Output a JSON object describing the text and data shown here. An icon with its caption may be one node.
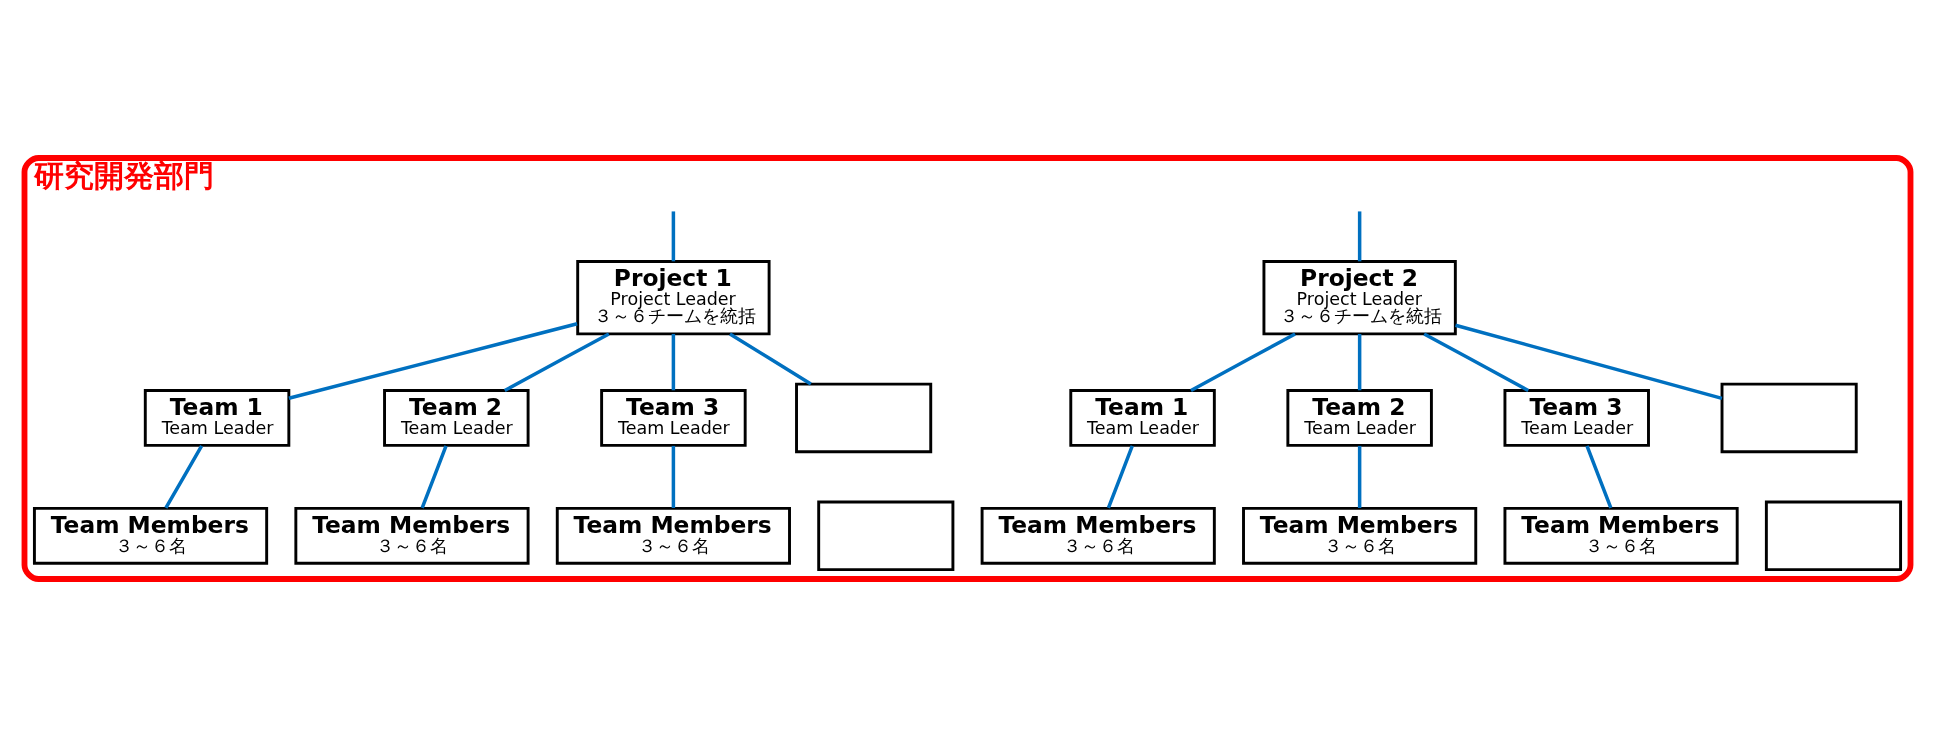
{
  "diagram": {
    "nodes": [
      {
        "text": [
          "研究開発部門"
        ]
      },
      {
        "text": [
          "Project 1",
          "Project Leader",
          "３～６チームを統括"
        ],
        "in": 0
      },
      {
        "text": [
          "Project 2",
          "Project Leader",
          "３～６チームを統括"
        ],
        "in": 0
      },
      {
        "text": [
          "Team 1",
          "Team Leader"
        ],
        "in": 0
      },
      {
        "text": [
          "Team 2",
          "Team Leader"
        ],
        "in": 0
      },
      {
        "text": [
          "Team 3",
          "Team Leader"
        ],
        "in": 0
      },
      {
        "text": [],
        "shape": "box",
        "in": 0
      },
      {
        "text": [
          "Team 1",
          "Team Leader"
        ],
        "in": 0
      },
      {
        "text": [
          "Team 2",
          "Team Leader"
        ],
        "in": 0
      },
      {
        "text": [
          "Team 3",
          "Team Leader"
        ],
        "in": 0
      },
      {
        "text": [],
        "shape": "box",
        "in": 0
      },
      {
        "text": [
          "Team Members",
          "３～６名"
        ],
        "in": 0
      },
      {
        "text": [
          "Team Members",
          "３～６名"
        ],
        "in": 0
      },
      {
        "text": [
          "Team Members",
          "３～６名"
        ],
        "in": 0
      },
      {
        "text": [],
        "shape": "box",
        "in": 0
      },
      {
        "text": [
          "Team Members",
          "３～６名"
        ],
        "in": 0
      },
      {
        "text": [
          "Team Members",
          "３～６名"
        ],
        "in": 0
      },
      {
        "text": [
          "Team Members",
          "３～６名"
        ],
        "in": 0
      },
      {
        "text": [],
        "shape": "box",
        "in": 0
      }
    ],
    "edges": [
      {
        "from": null,
        "to": 1,
        "arrow": "none"
      },
      {
        "from": null,
        "to": 2,
        "arrow": "none"
      },
      {
        "from": 1,
        "to": 3,
        "arrow": "none"
      },
      {
        "from": 1,
        "to": 4,
        "arrow": "none"
      },
      {
        "from": 1,
        "to": 5,
        "arrow": "none"
      },
      {
        "from": 1,
        "to": 6,
        "arrow": "none"
      },
      {
        "from": 2,
        "to": 7,
        "arrow": "none"
      },
      {
        "from": 2,
        "to": 8,
        "arrow": "none"
      },
      {
        "from": 2,
        "to": 9,
        "arrow": "none"
      },
      {
        "from": 2,
        "to": 10,
        "arrow": "none"
      },
      {
        "from": 3,
        "to": 11,
        "arrow": "none"
      },
      {
        "from": 4,
        "to": 12,
        "arrow": "none"
      },
      {
        "from": 5,
        "to": 13,
        "arrow": "none"
      },
      {
        "from": 7,
        "to": 15,
        "arrow": "none"
      },
      {
        "from": 8,
        "to": 16,
        "arrow": "none"
      },
      {
        "from": 9,
        "to": 17,
        "arrow": "none"
      }
    ]
  }
}
